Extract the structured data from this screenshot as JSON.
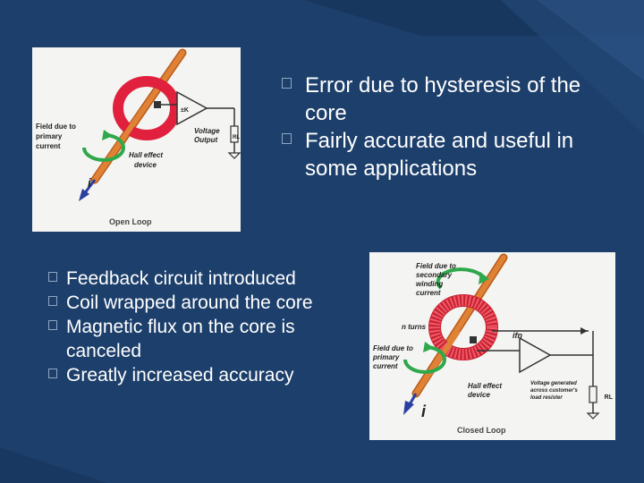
{
  "colors": {
    "background": "#1d3f6b",
    "accent_dark": "#16365c",
    "text": "#ffffff",
    "core_red": "#e0203c",
    "conductor_orange": "#d9762a",
    "field_green": "#2ea84a",
    "current_arrow": "#2b3fa0"
  },
  "top_bullets": [
    {
      "text": "Error due to hysteresis of the core"
    },
    {
      "text": "Fairly accurate and useful in some applications"
    }
  ],
  "bottom_bullets": [
    {
      "text": "Feedback circuit introduced"
    },
    {
      "text": "Coil wrapped around the core"
    },
    {
      "text": "Magnetic flux on the core is canceled"
    },
    {
      "text": "Greatly increased accuracy"
    }
  ],
  "figure_open_loop": {
    "field_label": [
      "Field due to",
      "primary",
      "current"
    ],
    "amp_label": "±K",
    "voltage_label": [
      "Voltage",
      "Output"
    ],
    "resistor_label": "RL",
    "hall_label": [
      "Hall effect",
      "device"
    ],
    "current_symbol": "i",
    "caption": "Open Loop"
  },
  "figure_closed_loop": {
    "secondary_label": [
      "Field due to",
      "secondary",
      "winding",
      "current"
    ],
    "turns_label": "n turns",
    "feedback_current_label": "ifn",
    "primary_label": [
      "Field due to",
      "primary",
      "current"
    ],
    "hall_label": [
      "Hall effect",
      "device"
    ],
    "voltage_note": [
      "Voltage generated",
      "across customer's",
      "load resister"
    ],
    "resistor_label": "RL",
    "current_symbol": "i",
    "caption": "Closed Loop"
  }
}
